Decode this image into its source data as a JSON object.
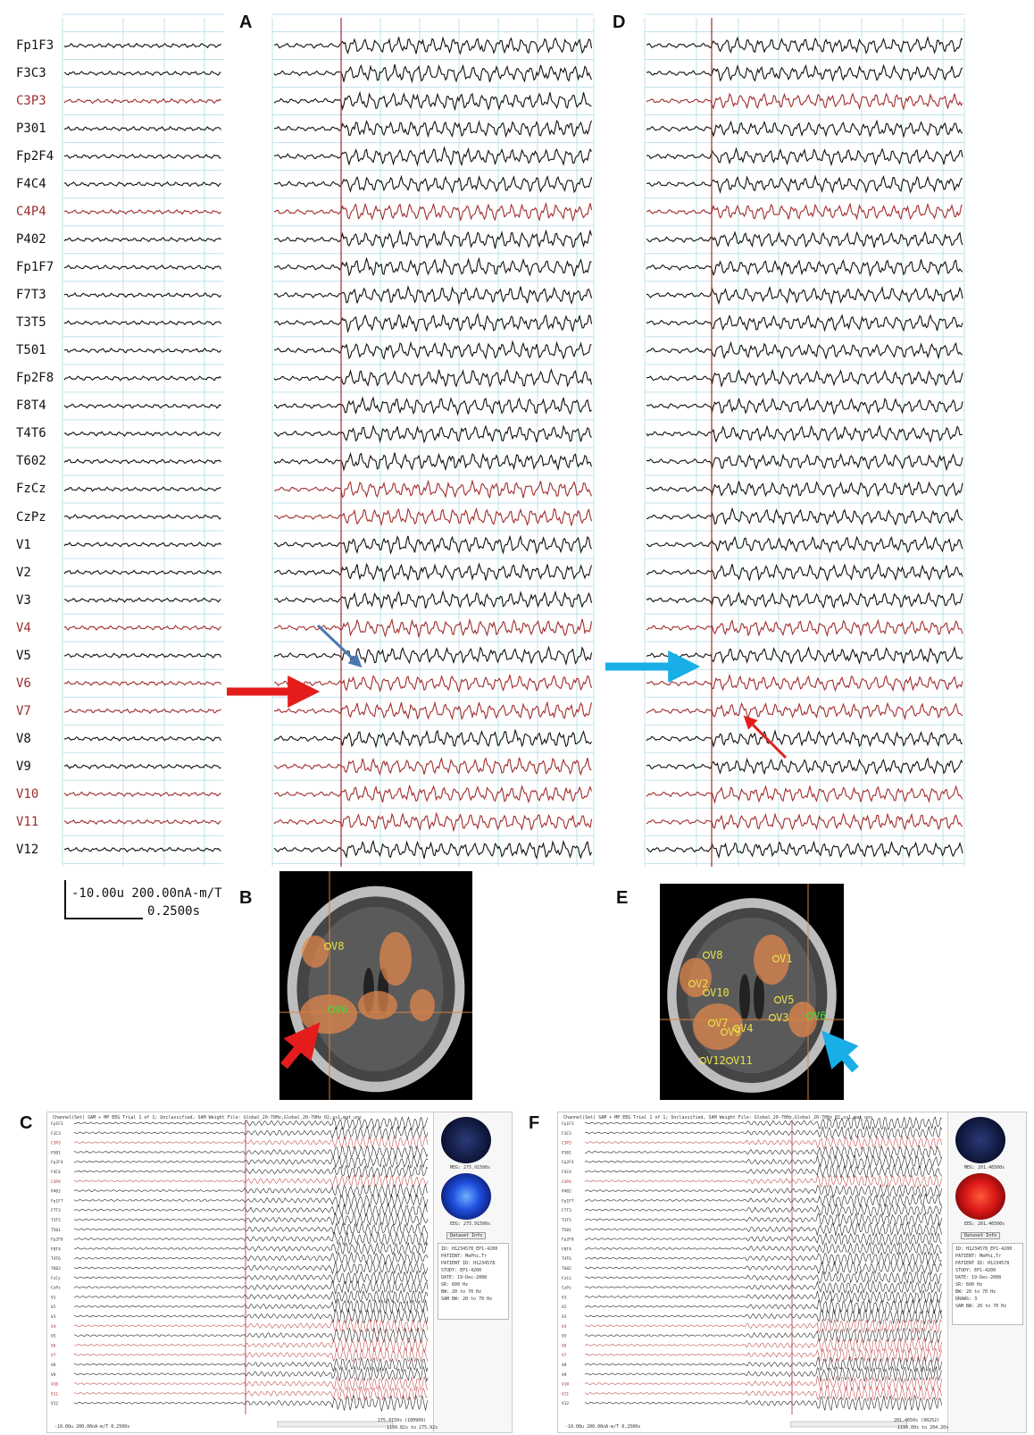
{
  "panels": {
    "A": "A",
    "B": "B",
    "C": "C",
    "D": "D",
    "E": "E",
    "F": "F"
  },
  "channels": [
    {
      "name": "Fp1F3",
      "color": "black"
    },
    {
      "name": "F3C3",
      "color": "black"
    },
    {
      "name": "C3P3",
      "color": "red"
    },
    {
      "name": "P301",
      "color": "black"
    },
    {
      "name": "Fp2F4",
      "color": "black"
    },
    {
      "name": "F4C4",
      "color": "black"
    },
    {
      "name": "C4P4",
      "color": "red"
    },
    {
      "name": "P402",
      "color": "black"
    },
    {
      "name": "Fp1F7",
      "color": "black"
    },
    {
      "name": "F7T3",
      "color": "black"
    },
    {
      "name": "T3T5",
      "color": "black"
    },
    {
      "name": "T501",
      "color": "black"
    },
    {
      "name": "Fp2F8",
      "color": "black"
    },
    {
      "name": "F8T4",
      "color": "black"
    },
    {
      "name": "T4T6",
      "color": "black"
    },
    {
      "name": "T602",
      "color": "black"
    },
    {
      "name": "FzCz",
      "color": "black"
    },
    {
      "name": "CzPz",
      "color": "black"
    },
    {
      "name": "V1",
      "color": "black"
    },
    {
      "name": "V2",
      "color": "black"
    },
    {
      "name": "V3",
      "color": "black"
    },
    {
      "name": "V4",
      "color": "red"
    },
    {
      "name": "V5",
      "color": "black"
    },
    {
      "name": "V6",
      "color": "red"
    },
    {
      "name": "V7",
      "color": "red"
    },
    {
      "name": "V8",
      "color": "black"
    },
    {
      "name": "V9",
      "color": "black"
    },
    {
      "name": "V10",
      "color": "red"
    },
    {
      "name": "V11",
      "color": "red"
    },
    {
      "name": "V12",
      "color": "black"
    }
  ],
  "panel_a_red_channels": [
    "C4P4",
    "FzCz",
    "CzPz",
    "V4",
    "V6",
    "V7",
    "V9",
    "V10",
    "V11"
  ],
  "panel_d_red_channels": [
    "C3P3",
    "C4P4",
    "V4",
    "V6",
    "V7",
    "V10",
    "V11"
  ],
  "scale": {
    "line1": "-10.00u 200.00nA-m/T",
    "line2": "0.2500s"
  },
  "mri_b": {
    "labels": [
      "V8",
      "V6"
    ]
  },
  "mri_e": {
    "labels": [
      "V8",
      "V1",
      "V2",
      "V10",
      "V5",
      "V7",
      "V3",
      "V6",
      "V9",
      "V4",
      "V12",
      "V11"
    ]
  },
  "sub_c": {
    "header": "Channel(Set) SAM + MP EEG   Trial 1 of 1; Unclassified,   SAM Weight File: Global_20-70Hz,Global_20-70Hz_02,xs1,mat_unc",
    "topo_top_label": "MEG: 275.91500s",
    "topo_bottom_label": "EEG: 275.91500s",
    "dataset_button": "Dataset Info",
    "info_lines": [
      "ID: H1234578_EP1-4200",
      "PATIENT: MePhi,Tr",
      "PATIENT ID: H1234578",
      "STUDY: EP1-4200",
      "DATE: 19-Dec-2008",
      "SR: 600 Hz",
      "BW: 20 to 70 Hz",
      "SAM BW: 20 to 70 Hz"
    ],
    "footer_left": "-10.00u 200.00nA-m/T 0.2500s",
    "footer_right": "275.9150s (100909)",
    "footer_range": "1199.82s to 275.92s"
  },
  "sub_f": {
    "header": "Channel(Set) SAM + MP EEG   Trial 1 of 1; Unclassified,   SAM Weight File: Global_20-70Hz,Global_20-70Hz_02,xs1,mat_unc",
    "topo_top_label": "MEG: 201.46500s",
    "topo_bottom_label": "EEG: 201.46500s",
    "dataset_button": "Dataset Info",
    "info_lines": [
      "ID: H1234578_EP1-4200",
      "PATIENT: MePhi,Tr",
      "PATIENT ID: H1234578",
      "STUDY: EP1-4200",
      "DATE: 19-Dec-2008",
      "SR: 600 Hz",
      "BW: 20 to 70 Hz",
      "DRAWS: 3",
      "SAM BW: 20 to 70 Hz"
    ],
    "footer_left": "-10.00u 200.00nA-m/T 0.2500s",
    "footer_right": "201.4650s (90252)",
    "footer_range": "1199.00s to 204.20s"
  }
}
